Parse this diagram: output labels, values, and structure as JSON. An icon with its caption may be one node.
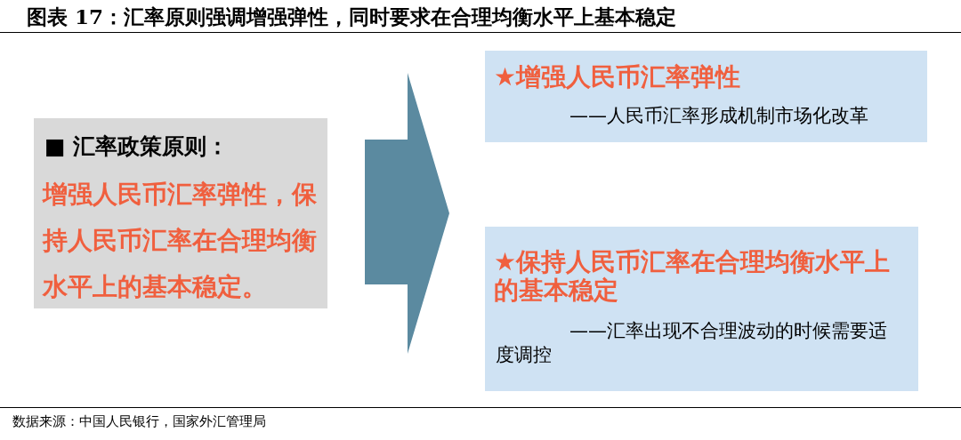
{
  "diagram": {
    "title": "图表 17：汇率原则强调增强弹性，同时要求在合理均衡水平上基本稳定",
    "nodes": [
      {
        "text": [
          "■ 汇率政策原则：",
          "增强人民币汇率弹性，保持人民币汇率在合理均衡水平上的基本稳定。"
        ]
      },
      {
        "text": [
          "★增强人民币汇率弹性",
          "——人民币汇率形成机制市场化改革"
        ]
      },
      {
        "text": [
          "★保持人民币汇率在合理均衡水平上的基本稳定",
          "——汇率出现不合理波动的时候需要适度调控"
        ]
      }
    ],
    "edges": [
      {
        "from": 0,
        "to": 1,
        "arrow": "to"
      },
      {
        "from": 0,
        "to": 2,
        "arrow": "to"
      }
    ],
    "caption": "数据来源：中国人民银行，国家外汇管理局"
  }
}
